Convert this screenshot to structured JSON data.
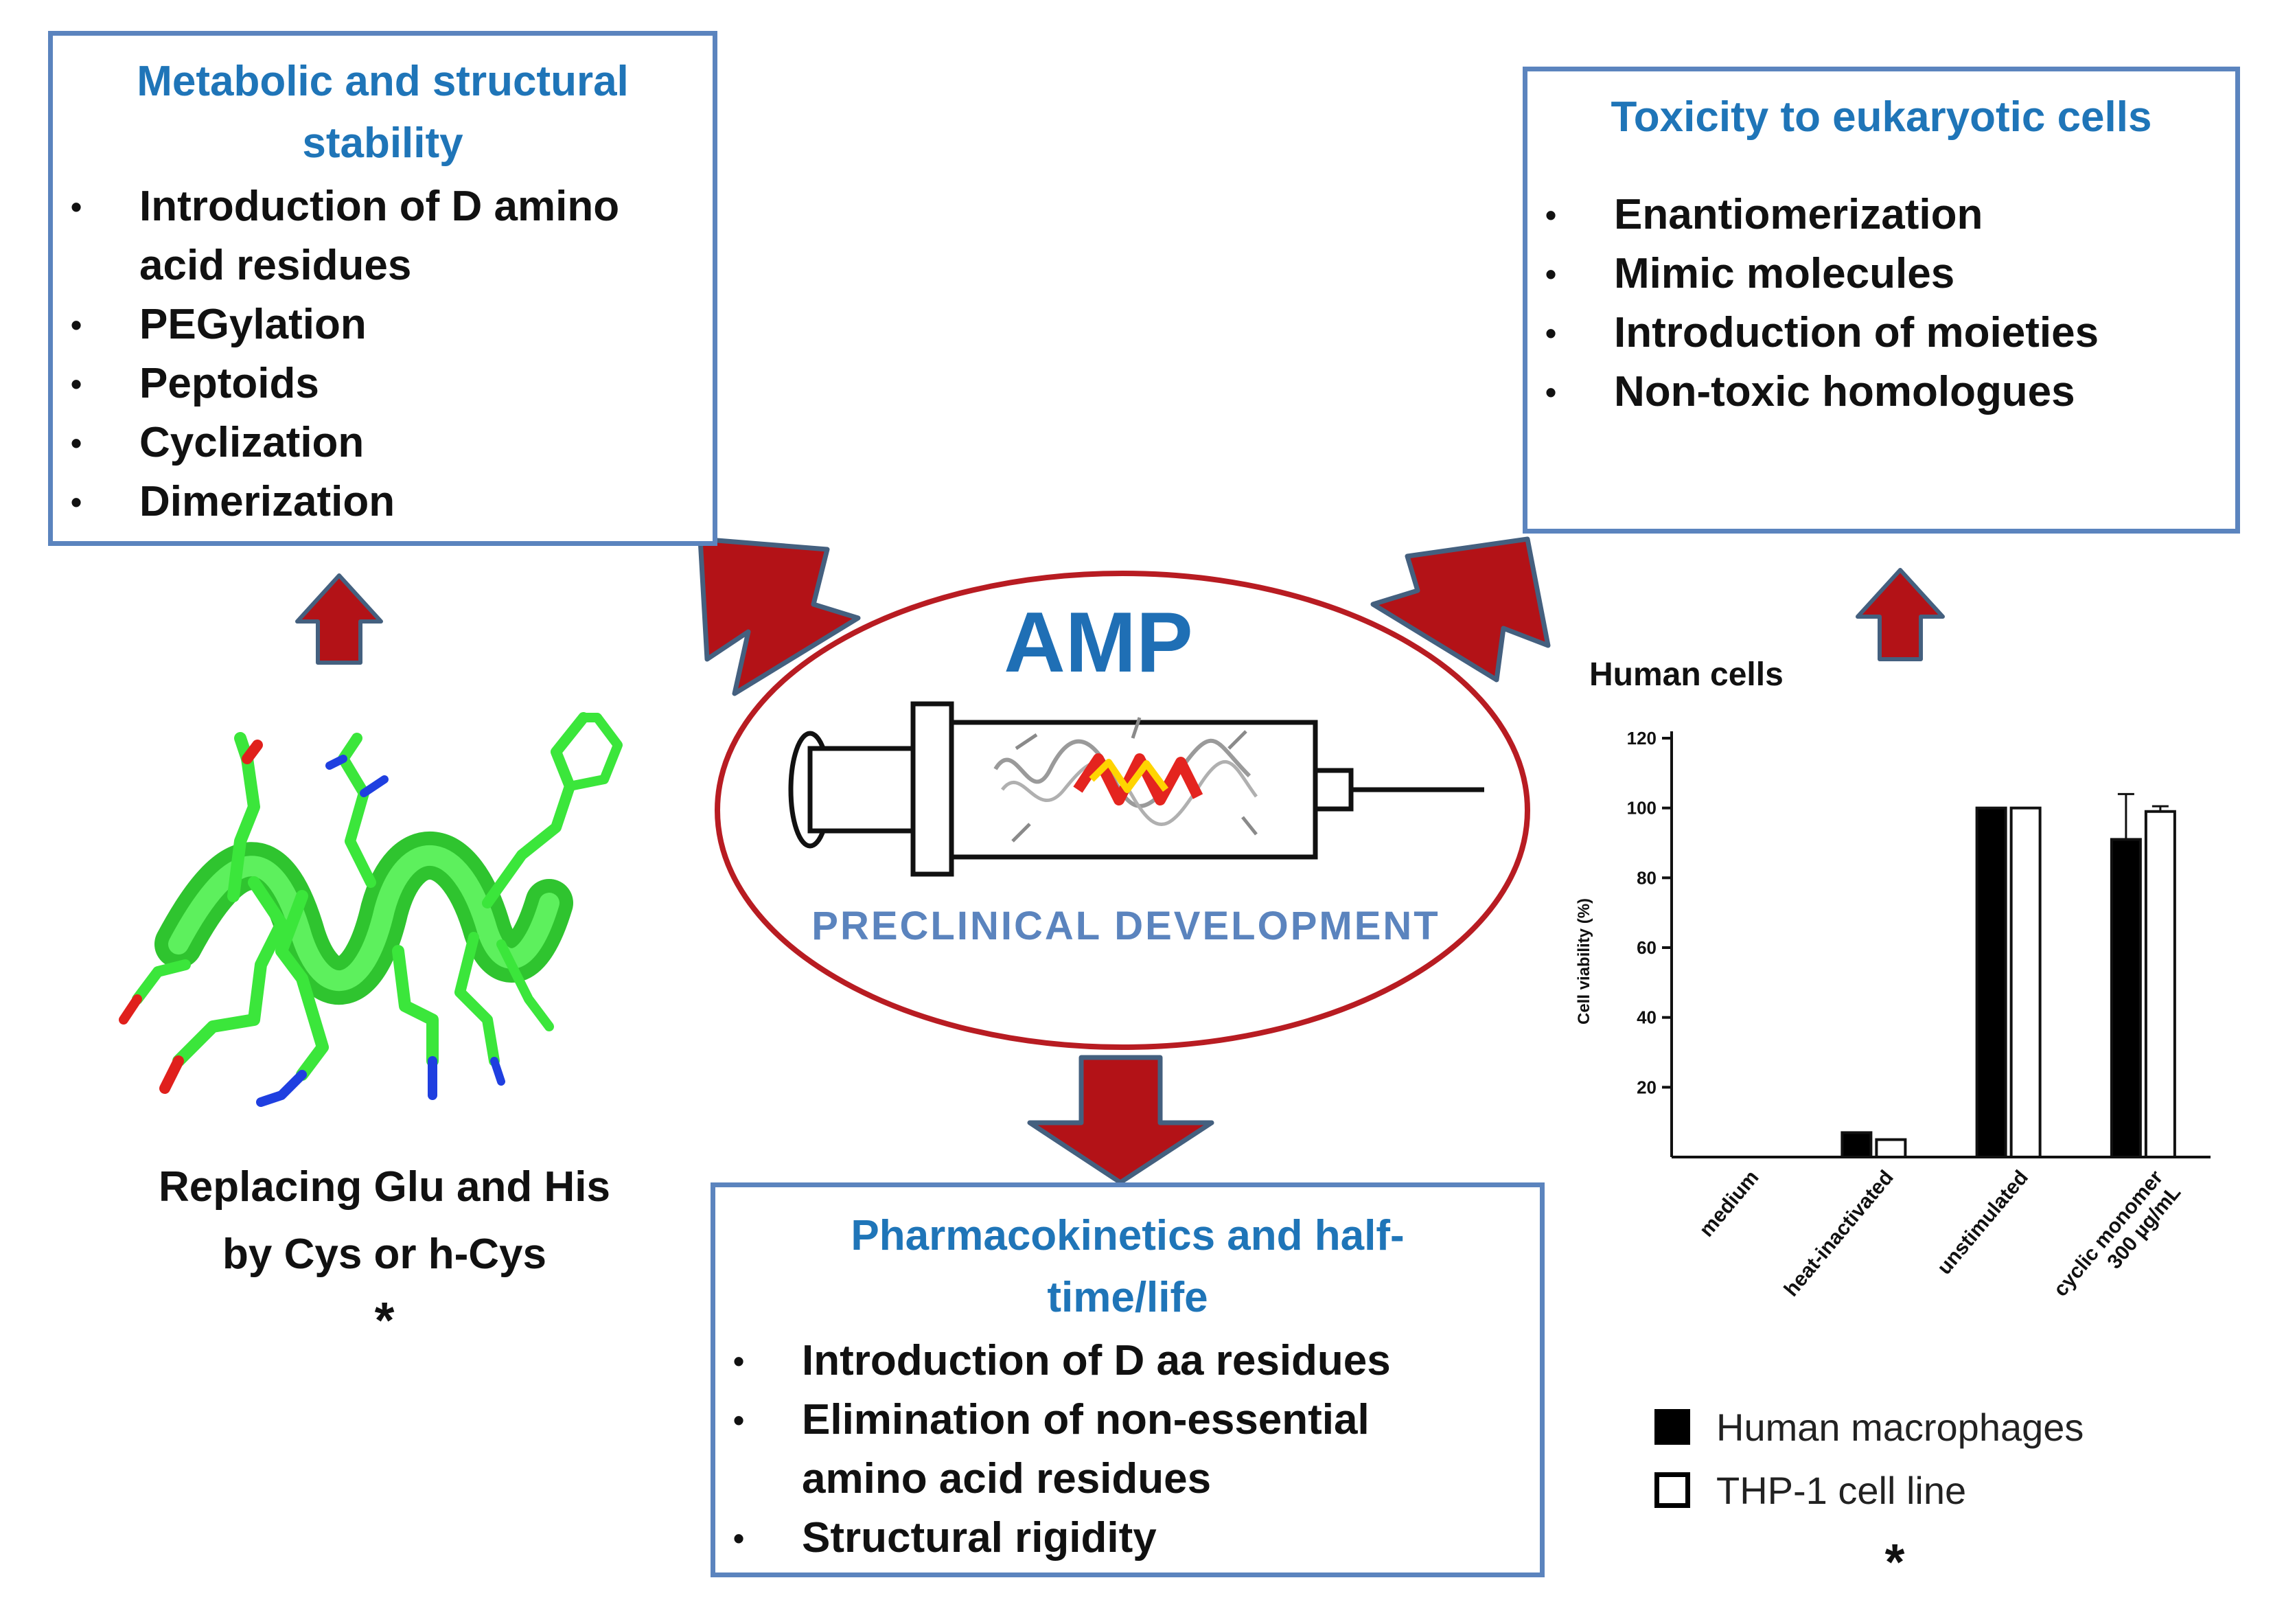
{
  "center": {
    "title": "AMP",
    "subtitle": "PRECLINICAL DEVELOPMENT"
  },
  "panels": {
    "metabolic": {
      "title_line1": "Metabolic and structural",
      "title_line2": "stability",
      "items": [
        "Introduction of D amino acid residues",
        "PEGylation",
        "Peptoids",
        "Cyclization",
        "Dimerization"
      ]
    },
    "toxicity": {
      "title": "Toxicity to eukaryotic cells",
      "items": [
        "Enantiomerization",
        "Mimic molecules",
        "Introduction of moieties",
        "Non-toxic homologues"
      ]
    },
    "pharmacokinetics": {
      "title_line1": "Pharmacokinetics and half-",
      "title_line2": "time/life",
      "items": [
        "Introduction of D aa residues",
        "Elimination of non-essential amino acid residues",
        "Structural rigidity"
      ]
    }
  },
  "peptide_caption": {
    "line1": "Replacing Glu and His",
    "line2": "by Cys or h-Cys",
    "mark": "*"
  },
  "chart_data": {
    "type": "bar",
    "title": "Human cells",
    "ylabel": "Cell viability (%)",
    "xlabel": "",
    "ylim": [
      0,
      120
    ],
    "yticks": [
      20,
      40,
      60,
      80,
      100,
      120
    ],
    "categories": [
      "medium",
      "heat-inactivated",
      "unstimulated",
      "cyclic monomer 300 µg/mL"
    ],
    "series": [
      {
        "name": "Human macrophages",
        "color": "#000000",
        "values": [
          0,
          7,
          100,
          91
        ],
        "errors": [
          0,
          0.5,
          0.5,
          13
        ]
      },
      {
        "name": "THP-1 cell line",
        "color": "#ffffff",
        "values": [
          0,
          5,
          100,
          99
        ],
        "errors": [
          0,
          0.3,
          0.3,
          1.5
        ]
      }
    ],
    "legend_position": "bottom",
    "mark": "*"
  },
  "colors": {
    "panel_border": "#5b84be",
    "panel_title": "#1f75b8",
    "arrow_fill": "#b31217",
    "arrow_stroke": "#44607f",
    "ellipse_stroke": "#b81c22",
    "amp_title": "#1f6fb5",
    "subtitle": "#5b84be",
    "peptide_green": "#3be63b"
  }
}
